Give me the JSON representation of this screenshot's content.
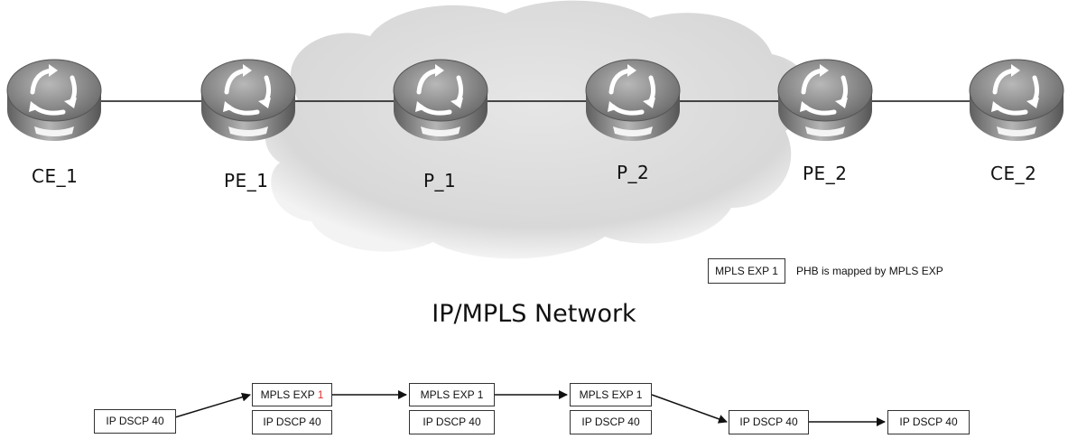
{
  "routers": [
    {
      "id": "ce1",
      "label": "CE_1"
    },
    {
      "id": "pe1",
      "label": "PE_1"
    },
    {
      "id": "p1",
      "label": "P_1"
    },
    {
      "id": "p2",
      "label": "P_2"
    },
    {
      "id": "pe2",
      "label": "PE_2"
    },
    {
      "id": "ce2",
      "label": "CE_2"
    }
  ],
  "legend": {
    "box_label": "MPLS EXP 1",
    "description": "PHB is mapped by MPLS EXP"
  },
  "title": "IP/MPLS Network",
  "packets": {
    "stage1": {
      "ip": "IP DSCP 40"
    },
    "stage2": {
      "exp_prefix": "MPLS EXP ",
      "exp_value": "1",
      "ip": "IP DSCP 40"
    },
    "stage3": {
      "exp": "MPLS EXP 1",
      "ip": "IP DSCP 40"
    },
    "stage4": {
      "exp": "MPLS EXP 1",
      "ip": "IP DSCP 40"
    },
    "stage5": {
      "ip": "IP DSCP 40"
    },
    "stage6": {
      "ip": "IP DSCP 40"
    }
  },
  "colors": {
    "highlight": "#e0302e",
    "router_body": "#8a8a8a",
    "cloud": "#dcdcdc"
  }
}
